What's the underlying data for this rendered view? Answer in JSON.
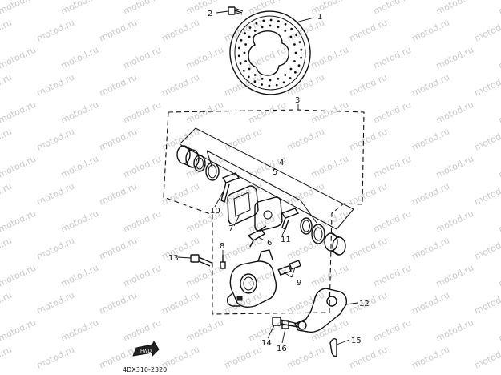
{
  "diagram": {
    "code": "4DX310-2320",
    "watermark": "motod.ru",
    "fwd_label": "FWD",
    "callouts": [
      {
        "id": "1",
        "text": "1"
      },
      {
        "id": "2",
        "text": "2"
      },
      {
        "id": "3",
        "text": "3"
      },
      {
        "id": "4",
        "text": "4"
      },
      {
        "id": "5",
        "text": "5"
      },
      {
        "id": "6",
        "text": "6"
      },
      {
        "id": "7",
        "text": "7"
      },
      {
        "id": "8",
        "text": "8"
      },
      {
        "id": "9",
        "text": "9"
      },
      {
        "id": "10",
        "text": "10"
      },
      {
        "id": "11",
        "text": "11"
      },
      {
        "id": "12",
        "text": "12"
      },
      {
        "id": "13",
        "text": "13"
      },
      {
        "id": "14",
        "text": "14"
      },
      {
        "id": "15",
        "text": "15"
      },
      {
        "id": "16",
        "text": "16"
      }
    ]
  }
}
